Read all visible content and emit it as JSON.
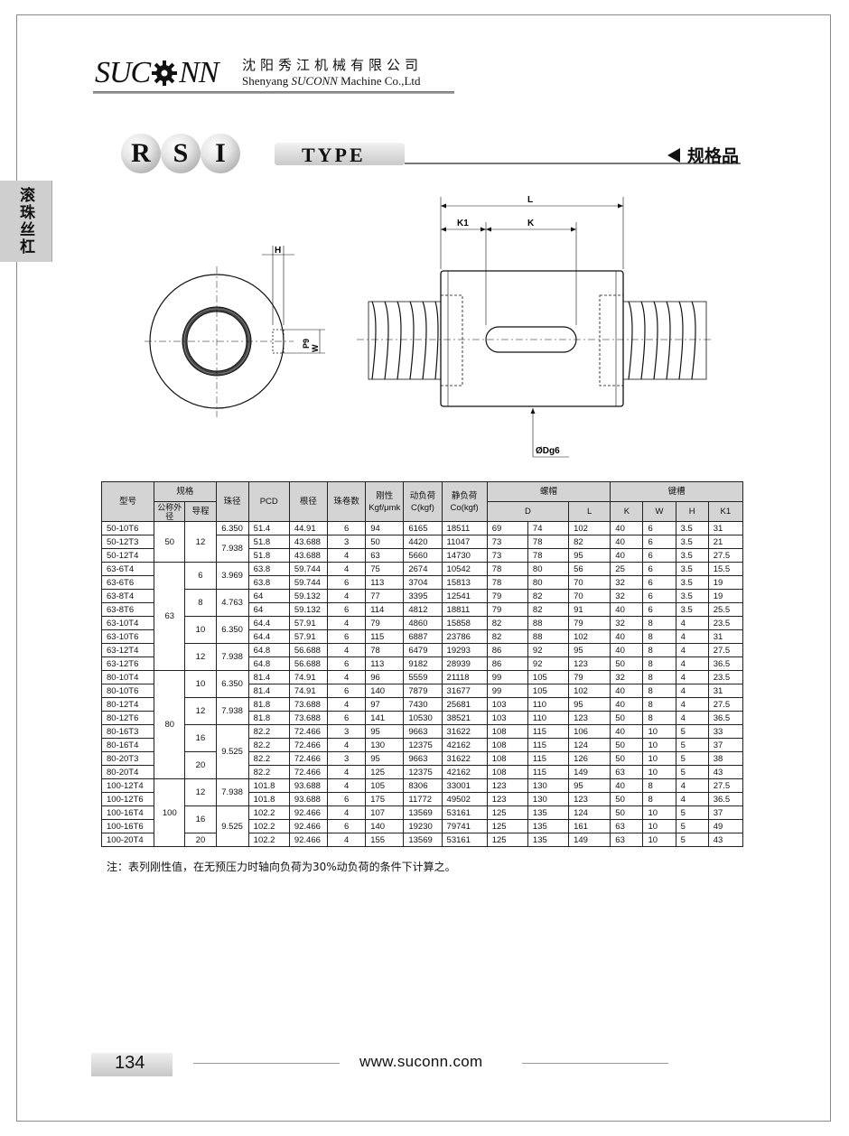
{
  "header": {
    "logo_left": "SUC",
    "logo_right": "NN",
    "company_cn": "沈阳秀江机械有限公司",
    "company_en_prefix": "Shenyang",
    "company_en_brand": "SUCONN",
    "company_en_suffix": "Machine Co.,Ltd"
  },
  "side_tab": "滚珠丝杠",
  "title": {
    "letters": [
      "R",
      "S",
      "I"
    ],
    "type": "TYPE",
    "category": "规格品"
  },
  "drawing": {
    "labels": {
      "H": "H",
      "P9": "P9",
      "W": "W",
      "L": "L",
      "K1": "K1",
      "K": "K",
      "Dg6": "ØDg6"
    }
  },
  "table": {
    "headers": {
      "model": "型号",
      "spec": "规格",
      "nominal_dia": "公称外径",
      "lead": "导程",
      "ball_dia": "珠径",
      "pcd": "PCD",
      "root_dia": "根径",
      "circuits": "珠卷数",
      "rigidity": "刚性",
      "rigidity_unit": "Kgf/μmk",
      "dyn_load": "动负荷",
      "dyn_unit": "C(kgf)",
      "static_load": "静负荷",
      "static_unit": "Co(kgf)",
      "nut": "螺帽",
      "nut_D": "D",
      "nut_L": "L",
      "key": "键槽",
      "key_K": "K",
      "key_W": "W",
      "key_H": "H",
      "key_K1": "K1"
    },
    "rows": [
      {
        "model": "50-10T6",
        "pcd": "51.4",
        "root": "44.91",
        "circ": "6",
        "rig": "94",
        "c": "6165",
        "co": "18511",
        "d1": "69",
        "d2": "74",
        "l": "102",
        "k": "40",
        "w": "6",
        "h": "3.5",
        "k1": "31"
      },
      {
        "model": "50-12T3",
        "pcd": "51.8",
        "root": "43.688",
        "circ": "3",
        "rig": "50",
        "c": "4420",
        "co": "11047",
        "d1": "73",
        "d2": "78",
        "l": "82",
        "k": "40",
        "w": "6",
        "h": "3.5",
        "k1": "21"
      },
      {
        "model": "50-12T4",
        "pcd": "51.8",
        "root": "43.688",
        "circ": "4",
        "rig": "63",
        "c": "5660",
        "co": "14730",
        "d1": "73",
        "d2": "78",
        "l": "95",
        "k": "40",
        "w": "6",
        "h": "3.5",
        "k1": "27.5"
      },
      {
        "model": "63-6T4",
        "pcd": "63.8",
        "root": "59.744",
        "circ": "4",
        "rig": "75",
        "c": "2674",
        "co": "10542",
        "d1": "78",
        "d2": "80",
        "l": "56",
        "k": "25",
        "w": "6",
        "h": "3.5",
        "k1": "15.5"
      },
      {
        "model": "63-6T6",
        "pcd": "63.8",
        "root": "59.744",
        "circ": "6",
        "rig": "113",
        "c": "3704",
        "co": "15813",
        "d1": "78",
        "d2": "80",
        "l": "70",
        "k": "32",
        "w": "6",
        "h": "3.5",
        "k1": "19"
      },
      {
        "model": "63-8T4",
        "pcd": "64",
        "root": "59.132",
        "circ": "4",
        "rig": "77",
        "c": "3395",
        "co": "12541",
        "d1": "79",
        "d2": "82",
        "l": "70",
        "k": "32",
        "w": "6",
        "h": "3.5",
        "k1": "19"
      },
      {
        "model": "63-8T6",
        "pcd": "64",
        "root": "59.132",
        "circ": "6",
        "rig": "114",
        "c": "4812",
        "co": "18811",
        "d1": "79",
        "d2": "82",
        "l": "91",
        "k": "40",
        "w": "6",
        "h": "3.5",
        "k1": "25.5"
      },
      {
        "model": "63-10T4",
        "pcd": "64.4",
        "root": "57.91",
        "circ": "4",
        "rig": "79",
        "c": "4860",
        "co": "15858",
        "d1": "82",
        "d2": "88",
        "l": "79",
        "k": "32",
        "w": "8",
        "h": "4",
        "k1": "23.5"
      },
      {
        "model": "63-10T6",
        "pcd": "64.4",
        "root": "57.91",
        "circ": "6",
        "rig": "115",
        "c": "6887",
        "co": "23786",
        "d1": "82",
        "d2": "88",
        "l": "102",
        "k": "40",
        "w": "8",
        "h": "4",
        "k1": "31"
      },
      {
        "model": "63-12T4",
        "pcd": "64.8",
        "root": "56.688",
        "circ": "4",
        "rig": "78",
        "c": "6479",
        "co": "19293",
        "d1": "86",
        "d2": "92",
        "l": "95",
        "k": "40",
        "w": "8",
        "h": "4",
        "k1": "27.5"
      },
      {
        "model": "63-12T6",
        "pcd": "64.8",
        "root": "56.688",
        "circ": "6",
        "rig": "113",
        "c": "9182",
        "co": "28939",
        "d1": "86",
        "d2": "92",
        "l": "123",
        "k": "50",
        "w": "8",
        "h": "4",
        "k1": "36.5"
      },
      {
        "model": "80-10T4",
        "pcd": "81.4",
        "root": "74.91",
        "circ": "4",
        "rig": "96",
        "c": "5559",
        "co": "21118",
        "d1": "99",
        "d2": "105",
        "l": "79",
        "k": "32",
        "w": "8",
        "h": "4",
        "k1": "23.5"
      },
      {
        "model": "80-10T6",
        "pcd": "81.4",
        "root": "74.91",
        "circ": "6",
        "rig": "140",
        "c": "7879",
        "co": "31677",
        "d1": "99",
        "d2": "105",
        "l": "102",
        "k": "40",
        "w": "8",
        "h": "4",
        "k1": "31"
      },
      {
        "model": "80-12T4",
        "pcd": "81.8",
        "root": "73.688",
        "circ": "4",
        "rig": "97",
        "c": "7430",
        "co": "25681",
        "d1": "103",
        "d2": "110",
        "l": "95",
        "k": "40",
        "w": "8",
        "h": "4",
        "k1": "27.5"
      },
      {
        "model": "80-12T6",
        "pcd": "81.8",
        "root": "73.688",
        "circ": "6",
        "rig": "141",
        "c": "10530",
        "co": "38521",
        "d1": "103",
        "d2": "110",
        "l": "123",
        "k": "50",
        "w": "8",
        "h": "4",
        "k1": "36.5"
      },
      {
        "model": "80-16T3",
        "pcd": "82.2",
        "root": "72.466",
        "circ": "3",
        "rig": "95",
        "c": "9663",
        "co": "31622",
        "d1": "108",
        "d2": "115",
        "l": "106",
        "k": "40",
        "w": "10",
        "h": "5",
        "k1": "33"
      },
      {
        "model": "80-16T4",
        "pcd": "82.2",
        "root": "72.466",
        "circ": "4",
        "rig": "130",
        "c": "12375",
        "co": "42162",
        "d1": "108",
        "d2": "115",
        "l": "124",
        "k": "50",
        "w": "10",
        "h": "5",
        "k1": "37"
      },
      {
        "model": "80-20T3",
        "pcd": "82.2",
        "root": "72.466",
        "circ": "3",
        "rig": "95",
        "c": "9663",
        "co": "31622",
        "d1": "108",
        "d2": "115",
        "l": "126",
        "k": "50",
        "w": "10",
        "h": "5",
        "k1": "38"
      },
      {
        "model": "80-20T4",
        "pcd": "82.2",
        "root": "72.466",
        "circ": "4",
        "rig": "125",
        "c": "12375",
        "co": "42162",
        "d1": "108",
        "d2": "115",
        "l": "149",
        "k": "63",
        "w": "10",
        "h": "5",
        "k1": "43"
      },
      {
        "model": "100-12T4",
        "pcd": "101.8",
        "root": "93.688",
        "circ": "4",
        "rig": "105",
        "c": "8306",
        "co": "33001",
        "d1": "123",
        "d2": "130",
        "l": "95",
        "k": "40",
        "w": "8",
        "h": "4",
        "k1": "27.5"
      },
      {
        "model": "100-12T6",
        "pcd": "101.8",
        "root": "93.688",
        "circ": "6",
        "rig": "175",
        "c": "11772",
        "co": "49502",
        "d1": "123",
        "d2": "130",
        "l": "123",
        "k": "50",
        "w": "8",
        "h": "4",
        "k1": "36.5"
      },
      {
        "model": "100-16T4",
        "pcd": "102.2",
        "root": "92.466",
        "circ": "4",
        "rig": "107",
        "c": "13569",
        "co": "53161",
        "d1": "125",
        "d2": "135",
        "l": "124",
        "k": "50",
        "w": "10",
        "h": "5",
        "k1": "37"
      },
      {
        "model": "100-16T6",
        "pcd": "102.2",
        "root": "92.466",
        "circ": "6",
        "rig": "140",
        "c": "19230",
        "co": "79741",
        "d1": "125",
        "d2": "135",
        "l": "161",
        "k": "63",
        "w": "10",
        "h": "5",
        "k1": "49"
      },
      {
        "model": "100-20T4",
        "pcd": "102.2",
        "root": "92.466",
        "circ": "4",
        "rig": "155",
        "c": "13569",
        "co": "53161",
        "d1": "125",
        "d2": "135",
        "l": "149",
        "k": "63",
        "w": "10",
        "h": "5",
        "k1": "43"
      }
    ],
    "merged": {
      "nominal": [
        {
          "start": 0,
          "span": 3,
          "text": "50"
        },
        {
          "start": 3,
          "span": 8,
          "text": "63"
        },
        {
          "start": 11,
          "span": 8,
          "text": "80"
        },
        {
          "start": 19,
          "span": 5,
          "text": "100"
        }
      ],
      "lead": [
        {
          "start": 0,
          "span": 3,
          "text": "12"
        },
        {
          "start": 3,
          "span": 2,
          "text": "6"
        },
        {
          "start": 5,
          "span": 2,
          "text": "8"
        },
        {
          "start": 7,
          "span": 2,
          "text": "10"
        },
        {
          "start": 9,
          "span": 2,
          "text": "12"
        },
        {
          "start": 11,
          "span": 2,
          "text": "10"
        },
        {
          "start": 13,
          "span": 2,
          "text": "12"
        },
        {
          "start": 15,
          "span": 2,
          "text": "16"
        },
        {
          "start": 17,
          "span": 2,
          "text": "20"
        },
        {
          "start": 19,
          "span": 2,
          "text": "12"
        },
        {
          "start": 21,
          "span": 2,
          "text": "16"
        },
        {
          "start": 23,
          "span": 1,
          "text": "20"
        }
      ],
      "ball": [
        {
          "start": 0,
          "span": 1,
          "text": "6.350"
        },
        {
          "start": 1,
          "span": 2,
          "text": "7.938"
        },
        {
          "start": 3,
          "span": 2,
          "text": "3.969"
        },
        {
          "start": 5,
          "span": 2,
          "text": "4.763"
        },
        {
          "start": 7,
          "span": 2,
          "text": "6.350"
        },
        {
          "start": 9,
          "span": 2,
          "text": "7.938"
        },
        {
          "start": 11,
          "span": 2,
          "text": "6.350"
        },
        {
          "start": 13,
          "span": 2,
          "text": "7.938"
        },
        {
          "start": 15,
          "span": 4,
          "text": "9.525"
        },
        {
          "start": 19,
          "span": 2,
          "text": "7.938"
        },
        {
          "start": 21,
          "span": 3,
          "text": "9.525"
        }
      ]
    }
  },
  "note": "注：表列刚性值，在无预压力时轴向负荷为30%动负荷的条件下计算之。",
  "footer": {
    "page_number": "134",
    "url": "www.suconn.com"
  }
}
